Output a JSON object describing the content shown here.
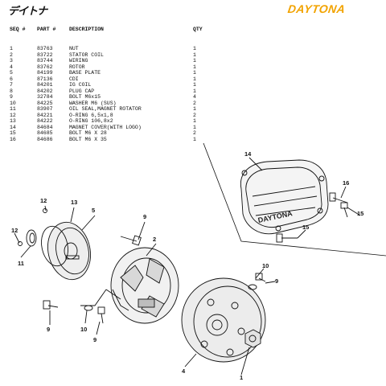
{
  "header": {
    "logo_jp": "デイトナ",
    "logo_en": "DAYTONA"
  },
  "columns": {
    "seq": "SEQ #",
    "part": "PART #",
    "desc": "DESCRIPTION",
    "qty": "QTY"
  },
  "parts": [
    {
      "seq": "1",
      "part": "83763",
      "desc": "NUT",
      "qty": "1"
    },
    {
      "seq": "2",
      "part": "83722",
      "desc": "STATOR COIL",
      "qty": "1"
    },
    {
      "seq": "3",
      "part": "83744",
      "desc": "WIRING",
      "qty": "1"
    },
    {
      "seq": "4",
      "part": "83762",
      "desc": "ROTOR",
      "qty": "1"
    },
    {
      "seq": "5",
      "part": "84199",
      "desc": "BASE PLATE",
      "qty": "1"
    },
    {
      "seq": "6",
      "part": "87136",
      "desc": "CDI",
      "qty": "1"
    },
    {
      "seq": "7",
      "part": "84201",
      "desc": "IG COIL",
      "qty": "1"
    },
    {
      "seq": "8",
      "part": "84202",
      "desc": "PLUG CAP",
      "qty": "1"
    },
    {
      "seq": "9",
      "part": "32784",
      "desc": "BOLT M6x15",
      "qty": "4"
    },
    {
      "seq": "10",
      "part": "84225",
      "desc": "WASHER M6 (SUS)",
      "qty": "2"
    },
    {
      "seq": "11",
      "part": "83907",
      "desc": "OIL SEAL,MAGNET ROTATOR",
      "qty": "1"
    },
    {
      "seq": "12",
      "part": "84221",
      "desc": "O-RING 6,5x1,8",
      "qty": "2"
    },
    {
      "seq": "13",
      "part": "84222",
      "desc": "O-RING 106,8x2",
      "qty": "1"
    },
    {
      "seq": "14",
      "part": "84684",
      "desc": "MAGNET COVER(WITH LOGO)",
      "qty": "1"
    },
    {
      "seq": "15",
      "part": "84685",
      "desc": "BOLT M6 X 28",
      "qty": "2"
    },
    {
      "seq": "16",
      "part": "84686",
      "desc": "BOLT M6 X 35",
      "qty": "1"
    }
  ],
  "diagram": {
    "cover_logo": "DAYTONA",
    "callouts": [
      "12",
      "13",
      "5",
      "9",
      "11",
      "2",
      "14",
      "16",
      "15",
      "15",
      "10",
      "9",
      "9",
      "10",
      "9",
      "4",
      "1"
    ]
  }
}
